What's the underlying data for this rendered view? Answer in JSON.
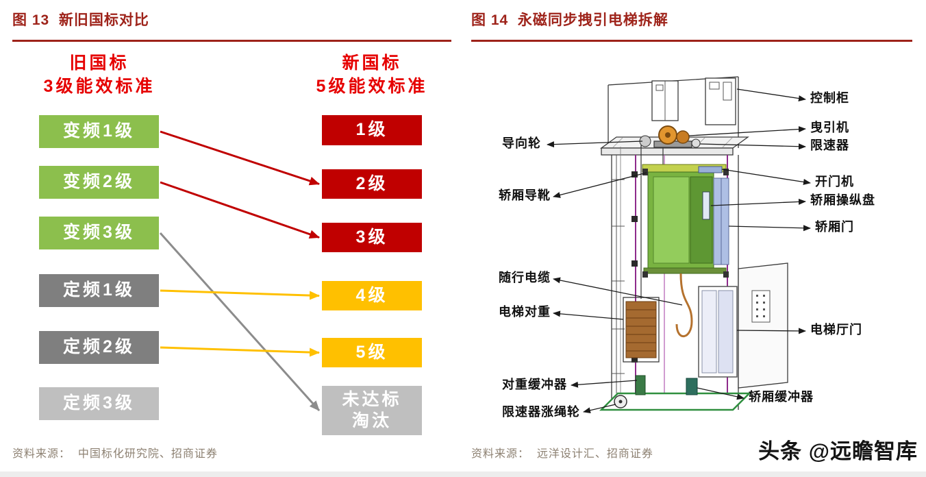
{
  "page": {
    "watermark": "头条 @远瞻智库"
  },
  "figure13": {
    "title": "图 13  新旧国标对比",
    "source": "资料来源：  中国标化研究院、招商证券",
    "old_standard": {
      "header_line1": "旧国标",
      "header_line2": "3级能效标准",
      "boxes": [
        {
          "label": "变频1级",
          "color": "#8cbf4d"
        },
        {
          "label": "变频2级",
          "color": "#8cbf4d"
        },
        {
          "label": "变频3级",
          "color": "#8cbf4d"
        },
        {
          "label": "定频1级",
          "color": "#7f7f7f"
        },
        {
          "label": "定频2级",
          "color": "#7f7f7f"
        },
        {
          "label": "定频3级",
          "color": "#bfbfbf"
        }
      ]
    },
    "new_standard": {
      "header_line1": "新国标",
      "header_line2": "5级能效标准",
      "boxes": [
        {
          "label": "1级",
          "color": "#c00000"
        },
        {
          "label": "2级",
          "color": "#c00000"
        },
        {
          "label": "3级",
          "color": "#c00000"
        },
        {
          "label": "4级",
          "color": "#ffc000"
        },
        {
          "label": "5级",
          "color": "#ffc000"
        },
        {
          "label": "未达标\n淘汰",
          "color": "#bfbfbf"
        }
      ]
    },
    "arrows": [
      {
        "from": 0,
        "to": 1,
        "color": "#c00000"
      },
      {
        "from": 1,
        "to": 2,
        "color": "#c00000"
      },
      {
        "from": 2,
        "to": 5,
        "color": "#8c8c8c"
      },
      {
        "from": 3,
        "to": 3,
        "color": "#ffc000"
      },
      {
        "from": 4,
        "to": 4,
        "color": "#ffc000"
      }
    ]
  },
  "figure14": {
    "title": "图 14  永磁同步拽引电梯拆解",
    "source": "资料来源：  远洋设计汇、招商证券",
    "labels_left": [
      "导向轮",
      "轿厢导靴",
      "随行电缆",
      "电梯对重",
      "对重缓冲器",
      "限速器涨绳轮"
    ],
    "labels_right": [
      "控制柜",
      "曳引机",
      "限速器",
      "开门机",
      "轿厢操纵盘",
      "轿厢门",
      "电梯厅门",
      "轿厢缓冲器"
    ]
  }
}
